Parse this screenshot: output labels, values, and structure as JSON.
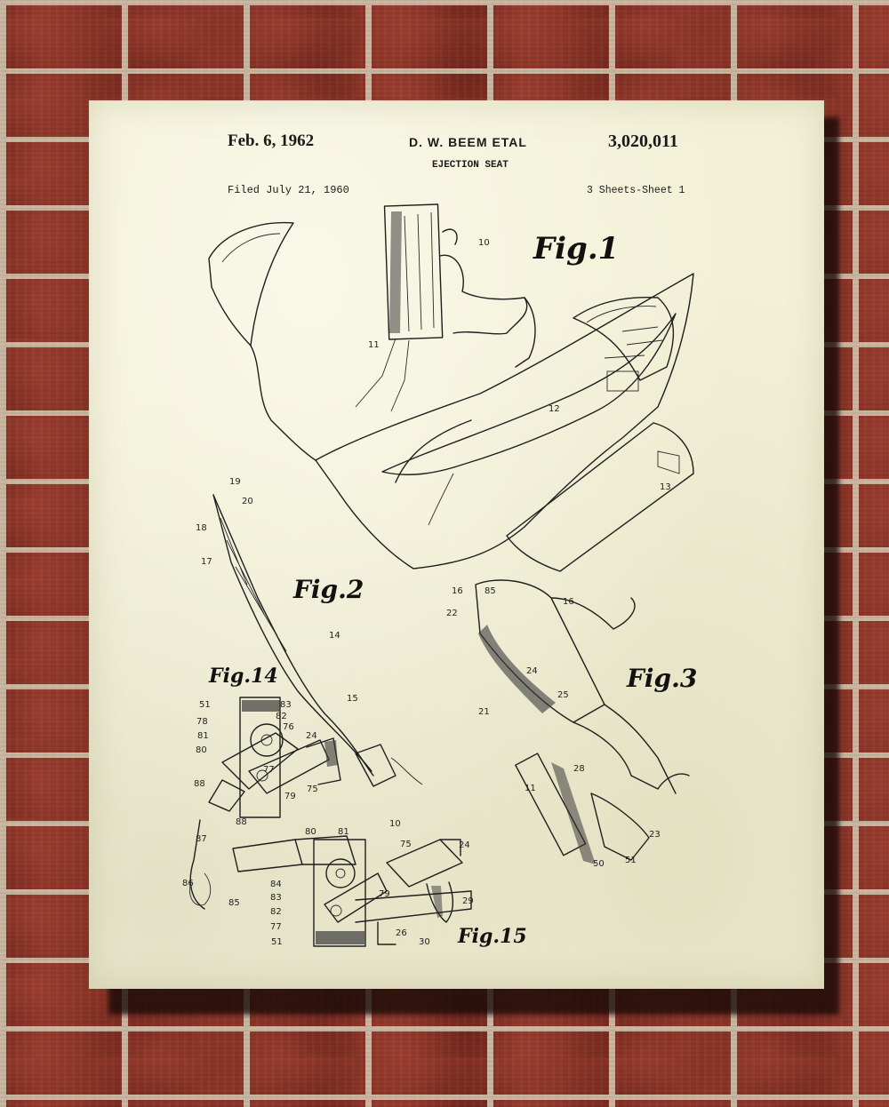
{
  "header": {
    "date": "Feb. 6, 1962",
    "inventor": "D. W. BEEM ETAL",
    "patent_number": "3,020,011",
    "title": "EJECTION SEAT",
    "filed": "Filed July 21, 1960",
    "sheet": "3 Sheets-Sheet 1"
  },
  "figures": {
    "fig1": "Fig.1",
    "fig2": "Fig.2",
    "fig3": "Fig.3",
    "fig14": "Fig.14",
    "fig15": "Fig.15"
  },
  "refs": {
    "fig1": [
      "10",
      "11",
      "12",
      "13"
    ],
    "fig2": [
      "19",
      "20",
      "18",
      "17",
      "14",
      "15",
      "10"
    ],
    "fig3": [
      "16",
      "85",
      "16",
      "22",
      "24",
      "25",
      "21",
      "28",
      "11",
      "23",
      "50",
      "51"
    ],
    "fig14": [
      "51",
      "78",
      "83",
      "82",
      "81",
      "76",
      "24",
      "80",
      "77",
      "75",
      "79",
      "88",
      "88",
      "87",
      "86",
      "85"
    ],
    "fig15": [
      "80",
      "81",
      "75",
      "24",
      "84",
      "83",
      "82",
      "77",
      "51",
      "79",
      "26",
      "29",
      "30"
    ]
  },
  "colors": {
    "paper": "#f2f0d6",
    "ink": "#1e1e1e",
    "brick": "#8a3427",
    "mortar": "#c9b6a0"
  }
}
